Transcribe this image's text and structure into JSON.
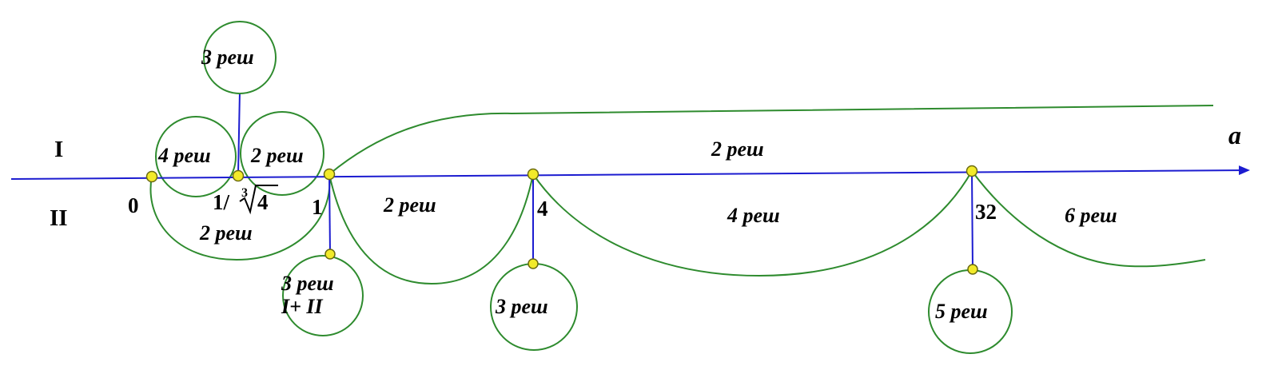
{
  "axis": {
    "name": "a"
  },
  "regions": {
    "upper": "I",
    "lower": "II"
  },
  "ticks": {
    "zero": "0",
    "cuberoot_prefix": "1/",
    "cuberoot_index": "3",
    "cuberoot_radicand": "4",
    "one": "1",
    "four": "4",
    "thirtytwo": "32"
  },
  "labels": {
    "upper_0_cr": "4 реш",
    "upper_cr_1": "2 реш",
    "upper_main": "2 реш",
    "lower_0_1": "2 реш",
    "lower_1_4": "2 реш",
    "lower_4_32": "4 реш",
    "lower_32_plus": "6 реш"
  },
  "bubbles": {
    "top_cr": "3 реш",
    "at_one_line1": "3 реш",
    "at_one_line2": "I+ II",
    "at_four": "3 реш",
    "at_32": "5 реш"
  }
}
